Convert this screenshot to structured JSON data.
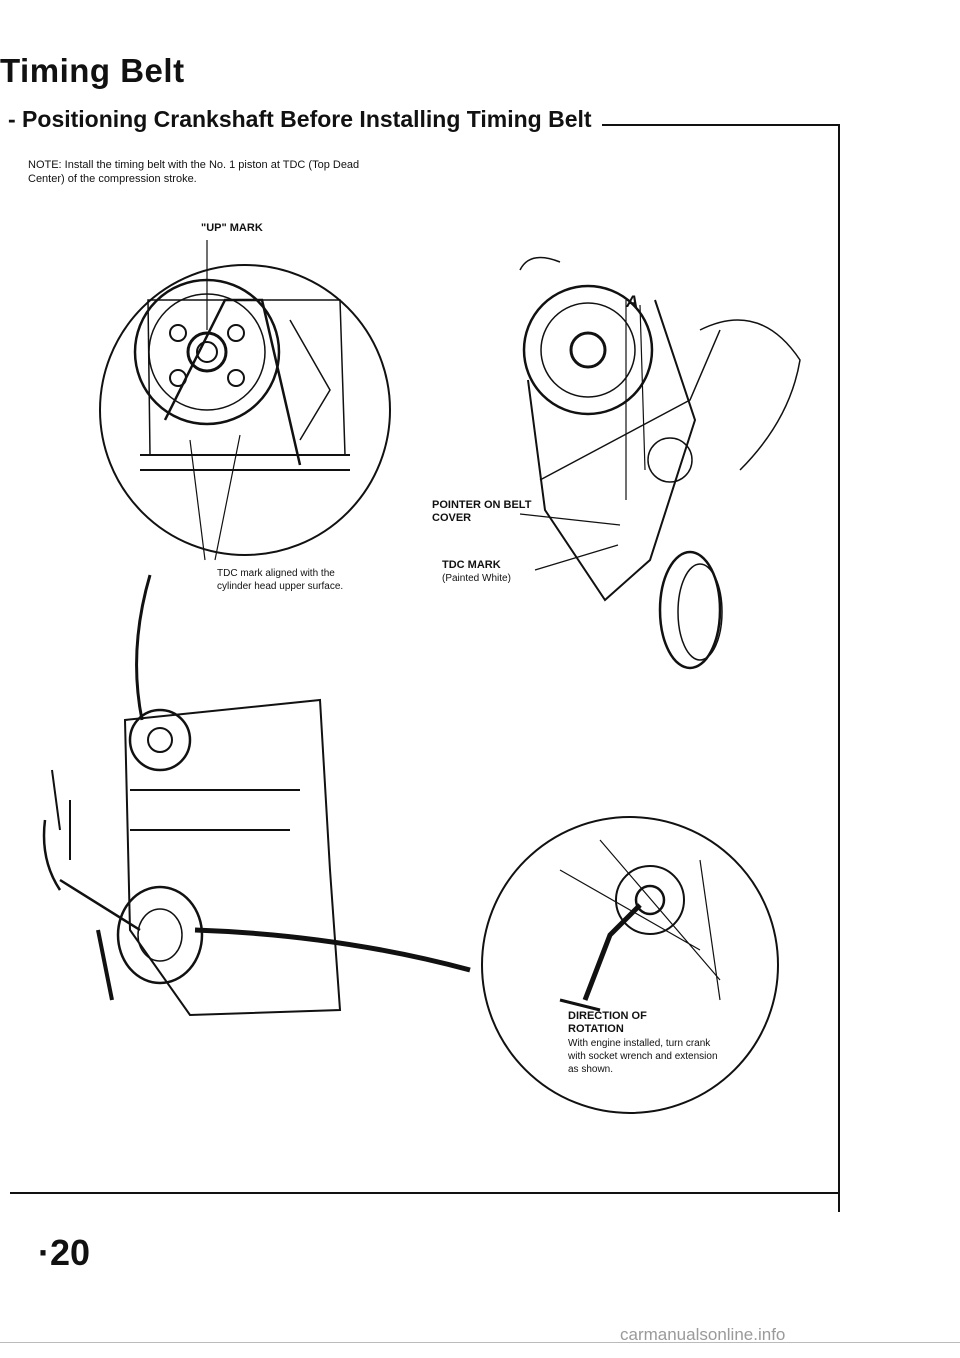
{
  "page": {
    "title": "Timing Belt",
    "subtitle": "- Positioning Crankshaft Before Installing Timing Belt",
    "note": "NOTE: Install the timing belt with the No. 1 piston at TDC (Top Dead Center) of the compression stroke.",
    "page_number": "·20"
  },
  "labels": {
    "up_mark": "\"UP\" MARK",
    "tdc_caption": "TDC mark aligned with the cylinder head upper surface.",
    "pointer": "POINTER ON BELT COVER",
    "tdc_mark": "TDC MARK",
    "tdc_mark_note": "(Painted White)",
    "callout": "A",
    "direction_title": "DIRECTION OF ROTATION",
    "direction_text": "With engine installed, turn crank with socket wrench and extension as shown."
  },
  "watermark": "carmanualsonline.info"
}
